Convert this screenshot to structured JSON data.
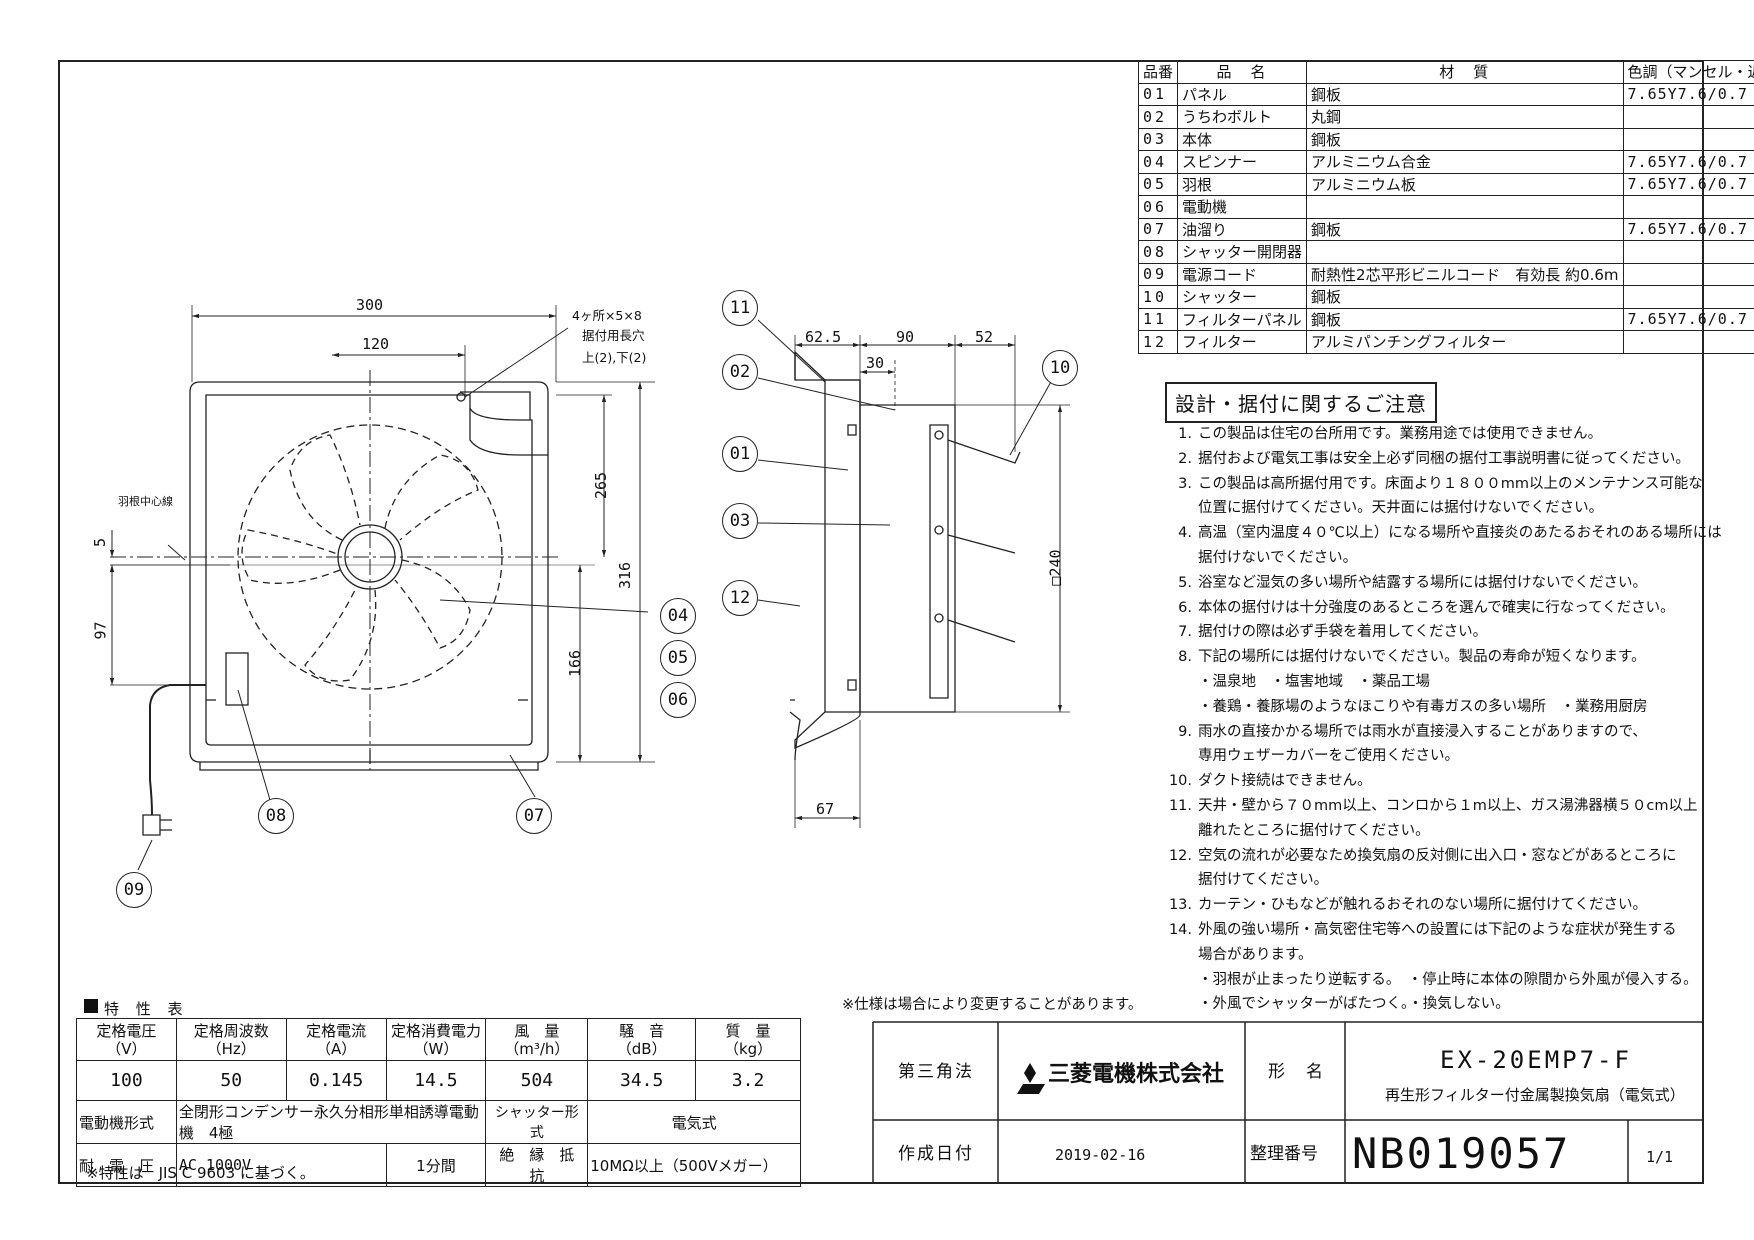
{
  "parts_table": {
    "headers": [
      "品番",
      "品　名",
      "材　質",
      "色調（マンセル・近）"
    ],
    "rows": [
      {
        "no": "01",
        "name": "パネル",
        "material": "鋼板",
        "color": "7.65Y7.6/0.7"
      },
      {
        "no": "02",
        "name": "うちわボルト",
        "material": "丸鋼",
        "color": ""
      },
      {
        "no": "03",
        "name": "本体",
        "material": "鋼板",
        "color": ""
      },
      {
        "no": "04",
        "name": "スピンナー",
        "material": "アルミニウム合金",
        "color": "7.65Y7.6/0.7"
      },
      {
        "no": "05",
        "name": "羽根",
        "material": "アルミニウム板",
        "color": "7.65Y7.6/0.7"
      },
      {
        "no": "06",
        "name": "電動機",
        "material": "",
        "color": ""
      },
      {
        "no": "07",
        "name": "油溜り",
        "material": "鋼板",
        "color": "7.65Y7.6/0.7"
      },
      {
        "no": "08",
        "name": "シャッター開閉器",
        "material": "",
        "color": ""
      },
      {
        "no": "09",
        "name": "電源コード",
        "material": "耐熱性2芯平形ビニルコード　有効長 約0.6m",
        "color": ""
      },
      {
        "no": "10",
        "name": "シャッター",
        "material": "鋼板",
        "color": ""
      },
      {
        "no": "11",
        "name": "フィルターパネル",
        "material": "鋼板",
        "color": "7.65Y7.6/0.7"
      },
      {
        "no": "12",
        "name": "フィルター",
        "material": "アルミパンチングフィルター",
        "color": ""
      }
    ]
  },
  "notes": {
    "title": "設計・据付に関するご注意",
    "lines": [
      {
        "n": "1.",
        "text": "この製品は住宅の台所用です。業務用途では使用できません。"
      },
      {
        "n": "2.",
        "text": "据付および電気工事は安全上必ず同梱の据付工事説明書に従ってください。"
      },
      {
        "n": "3.",
        "text": "この製品は高所据付用です。床面より１８００mm以上のメンテナンス可能な"
      },
      {
        "n": "",
        "text": "位置に据付けてください。天井面には据付けないでください。"
      },
      {
        "n": "4.",
        "text": "高温（室内温度４０℃以上）になる場所や直接炎のあたるおそれのある場所には"
      },
      {
        "n": "",
        "text": "据付けないでください。"
      },
      {
        "n": "5.",
        "text": "浴室など湿気の多い場所や結露する場所には据付けないでください。"
      },
      {
        "n": "6.",
        "text": "本体の据付けは十分強度のあるところを選んで確実に行なってください。"
      },
      {
        "n": "7.",
        "text": "据付けの際は必ず手袋を着用してください。"
      },
      {
        "n": "8.",
        "text": "下記の場所には据付けないでください。製品の寿命が短くなります。"
      },
      {
        "n": "",
        "text": "・温泉地　・塩害地域　・薬品工場"
      },
      {
        "n": "",
        "text": "・養鶏・養豚場のようなほこりや有毒ガスの多い場所　・業務用厨房"
      },
      {
        "n": "9.",
        "text": "雨水の直接かかる場所では雨水が直接浸入することがありますので、"
      },
      {
        "n": "",
        "text": "専用ウェザーカバーをご使用ください。"
      },
      {
        "n": "10.",
        "text": "ダクト接続はできません。"
      },
      {
        "n": "11.",
        "text": "天井・壁から７０mm以上、コンロから１m以上、ガス湯沸器横５０cm以上"
      },
      {
        "n": "",
        "text": "離れたところに据付けてください。"
      },
      {
        "n": "12.",
        "text": "空気の流れが必要なため換気扇の反対側に出入口・窓などがあるところに"
      },
      {
        "n": "",
        "text": "据付けてください。"
      },
      {
        "n": "13.",
        "text": "カーテン・ひもなどが触れるおそれのない場所に据付けてください。"
      },
      {
        "n": "14.",
        "text": "外風の強い場所・高気密住宅等への設置には下記のような症状が発生する"
      },
      {
        "n": "",
        "text": "場合があります。"
      },
      {
        "n": "",
        "text": "・羽根が止まったり逆転する。　・停止時に本体の隙間から外風が侵入する。"
      },
      {
        "n": "",
        "text": "・外風でシャッターがばたつく。・換気しない。"
      }
    ]
  },
  "front_view": {
    "dims": {
      "width": "300",
      "center_offset": "120",
      "top_to_center": "265",
      "height": "316",
      "center_to_bottom": "166",
      "blade_offset": "5",
      "cord_offset": "97"
    },
    "hole_note": [
      "4ヶ所×5×8",
      "据付用長穴",
      "上(2),下(2)"
    ],
    "blade_center_label": "羽根中心線"
  },
  "side_view": {
    "dims": {
      "d1": "62.5",
      "d2": "90",
      "d3": "52",
      "d4": "30",
      "d5": "67",
      "opening": "□240"
    }
  },
  "callouts": [
    "11",
    "02",
    "01",
    "03",
    "12",
    "10",
    "04",
    "05",
    "06",
    "08",
    "07",
    "09"
  ],
  "spec_table": {
    "title": "特 性 表",
    "headers": [
      {
        "l1": "定格電圧",
        "l2": "（V）"
      },
      {
        "l1": "定格周波数",
        "l2": "（Hz）"
      },
      {
        "l1": "定格電流",
        "l2": "（A）"
      },
      {
        "l1": "定格消費電力",
        "l2": "（W）"
      },
      {
        "l1": "風　量",
        "l2": "（m³/h）"
      },
      {
        "l1": "騒　音",
        "l2": "（dB）"
      },
      {
        "l1": "質　量",
        "l2": "（kg）"
      }
    ],
    "values": [
      "100",
      "50",
      "0.145",
      "14.5",
      "504",
      "34.5",
      "3.2"
    ],
    "motor_label": "電動機形式",
    "motor_value": "全閉形コンデンサー永久分相形単相誘導電動機　4極",
    "shutter_label": "シャッター形式",
    "shutter_value": "電気式",
    "voltage_label": "耐　電　圧",
    "voltage_value": "AC 1000V",
    "voltage_time": "1分間",
    "insulation_label": "絶　縁　抵　抗",
    "insulation_value": "10MΩ以上（500Vメガー）",
    "footnote": "※特性は　JIS C 9603 に基づく。"
  },
  "spec_change_note": "※仕様は場合により変更することがあります。",
  "title_block": {
    "projection": "第三角法",
    "company": "三菱電機株式会社",
    "model_label": "形　名",
    "model": "EX-20EMP7-F",
    "description": "再生形フィルター付金属製換気扇（電気式）",
    "date_label": "作成日付",
    "date": "2019-02-16",
    "number_label": "整理番号",
    "number": "NB019057",
    "sheet": "1/1"
  }
}
